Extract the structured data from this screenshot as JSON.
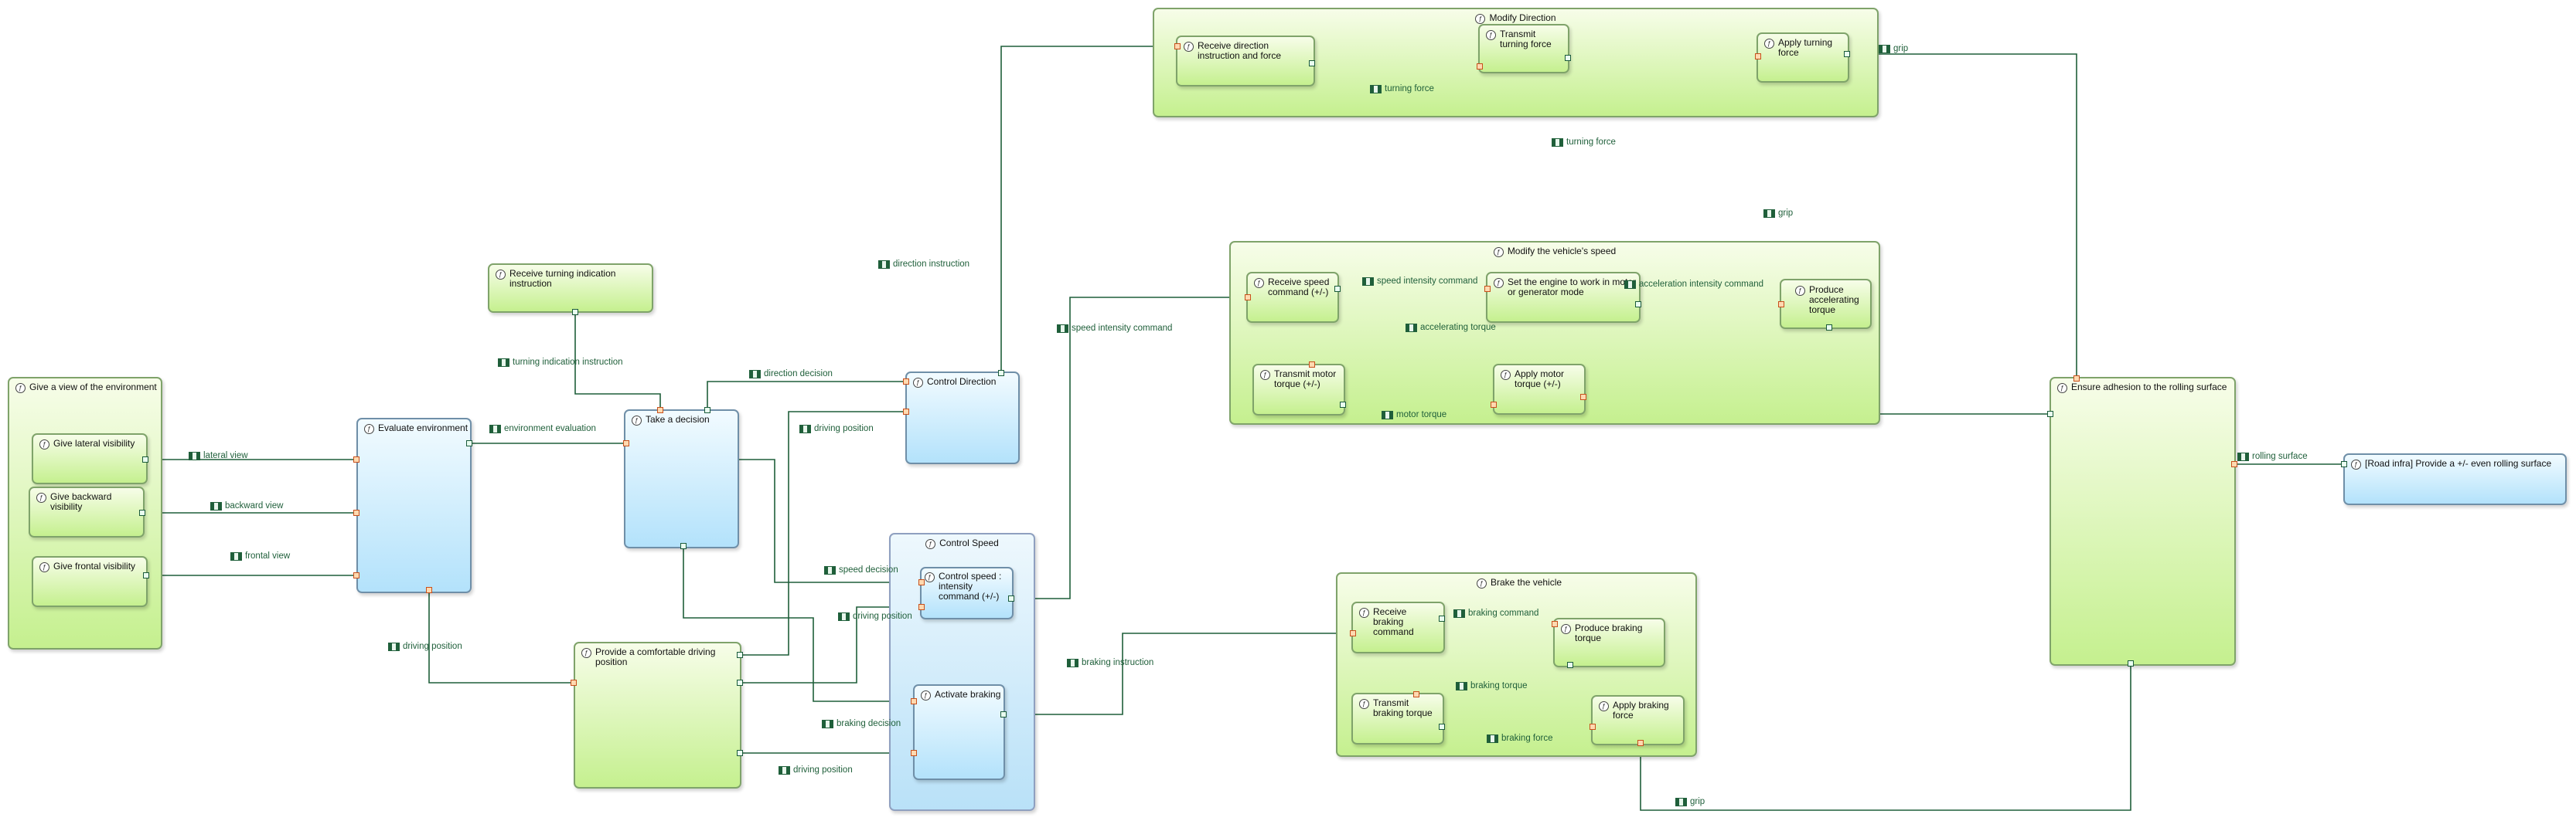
{
  "colors": {
    "function_green": "#c5f08f",
    "actor_blue": "#b3e2fb",
    "edge": "#1f5f3a",
    "input_port": "#c8501c",
    "output_port": "#1a5a3a"
  },
  "icons": {
    "function": "function-icon",
    "exchange": "exchange-item-icon",
    "input_port": "input-port-icon",
    "output_port": "output-port-icon"
  },
  "boxes": {
    "give_view": "Give a view of the environment",
    "give_lateral": "Give lateral visibility",
    "give_backward": "Give backward visibility",
    "give_frontal": "Give frontal visibility",
    "evaluate_env": "Evaluate environment",
    "receive_turning": "Receive turning indication instruction",
    "take_decision": "Take a decision",
    "control_direction": "Control Direction",
    "comfortable_position": "Provide a comfortable driving position",
    "control_speed": "Control Speed",
    "control_speed_intensity": "Control speed : intensity command (+/-)",
    "activate_braking": "Activate braking",
    "modify_direction": "Modify Direction",
    "receive_direction": "Receive direction instruction and force",
    "transmit_turning": "Transmit turning force",
    "apply_turning": "Apply turning force",
    "modify_speed": "Modify the vehicle's speed",
    "receive_speed_cmd": "Receive speed command (+/-)",
    "set_engine": "Set the engine to work in motor or generator mode",
    "produce_accel": "Produce accelerating torque",
    "transmit_motor": "Transmit motor torque (+/-)",
    "apply_motor": "Apply motor torque (+/-)",
    "brake_vehicle": "Brake the vehicle",
    "receive_braking": "Receive braking command",
    "produce_braking": "Produce braking torque",
    "transmit_braking": "Transmit braking torque",
    "apply_braking": "Apply braking force",
    "ensure_adhesion": "Ensure adhesion to the rolling surface",
    "road_infra": "[Road infra] Provide a +/- even rolling surface"
  },
  "flows": {
    "lateral_view": "lateral view",
    "backward_view": "backward view",
    "frontal_view": "frontal view",
    "environment_evaluation": "environment evaluation",
    "turning_indication_instruction": "turning indication instruction",
    "direction_decision": "direction decision",
    "direction_instruction": "direction instruction",
    "driving_position_1": "driving position",
    "driving_position_2": "driving position",
    "driving_position_3": "driving position",
    "driving_position_4": "driving position",
    "speed_decision": "speed decision",
    "braking_decision": "braking decision",
    "speed_intensity_command_1": "speed intensity command",
    "speed_intensity_command_2": "speed intensity command",
    "acceleration_intensity_command": "acceleration intensity command",
    "accelerating_torque": "accelerating torque",
    "motor_torque": "motor torque",
    "turning_force_1": "turning force",
    "turning_force_2": "turning force",
    "grip_1": "grip",
    "grip_2": "grip",
    "grip_3": "grip",
    "braking_instruction": "braking instruction",
    "braking_command": "braking command",
    "braking_torque": "braking torque",
    "braking_force": "braking force",
    "rolling_surface": "rolling surface"
  }
}
